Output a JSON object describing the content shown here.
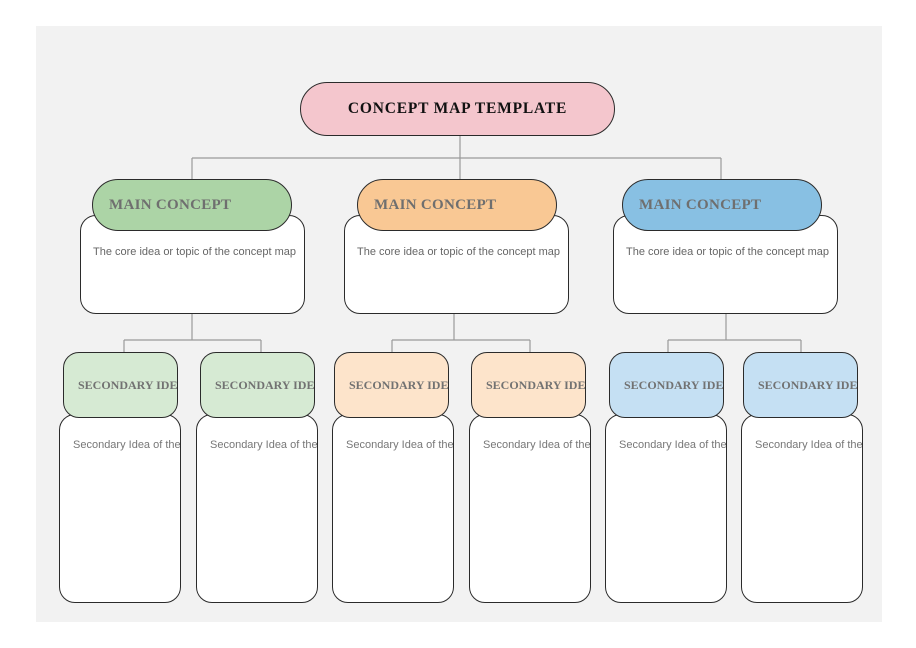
{
  "title": "CONCEPT MAP TEMPLATE",
  "colors": {
    "title_fill": "#f4c6cd",
    "green": "#acd4a6",
    "orange": "#f9c894",
    "blue": "#88c0e3",
    "green_light": "#d6ead3",
    "orange_light": "#fde4cb",
    "blue_light": "#c5e0f3"
  },
  "main_concepts": [
    {
      "label": "MAIN CONCEPT",
      "description": "The core idea or topic of the concept map"
    },
    {
      "label": "MAIN CONCEPT",
      "description": "The core idea or topic of the concept map"
    },
    {
      "label": "MAIN CONCEPT",
      "description": "The core idea or topic of the concept map"
    }
  ],
  "secondary_concepts": [
    {
      "label": "SECONDARY IDEA",
      "description": "Secondary Idea of the main concept"
    },
    {
      "label": "SECONDARY IDEA",
      "description": "Secondary Idea of the main concept"
    },
    {
      "label": "SECONDARY IDEA",
      "description": "Secondary Idea of the main concept"
    },
    {
      "label": "SECONDARY IDEA",
      "description": "Secondary Idea of the main concept"
    },
    {
      "label": "SECONDARY IDEA",
      "description": "Secondary Idea of the main concept"
    },
    {
      "label": "SECONDARY IDEA",
      "description": "Secondary Idea of the main concept"
    }
  ]
}
